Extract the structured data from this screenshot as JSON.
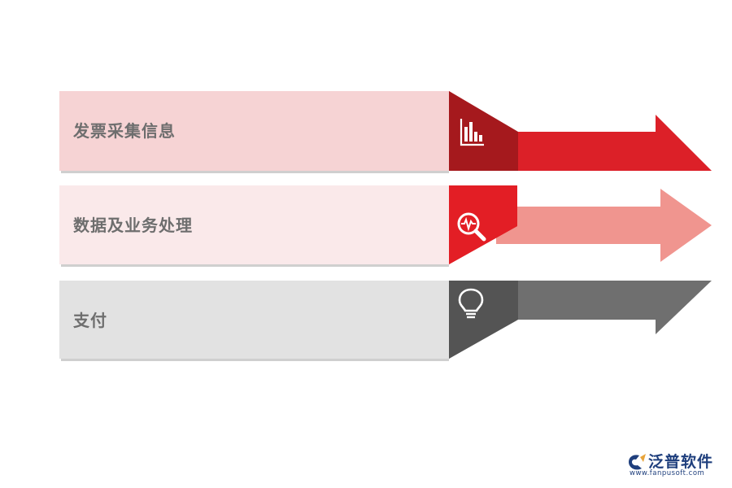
{
  "rows": [
    {
      "label": "发票采集信息",
      "icon": "bar-chart-icon",
      "colors": {
        "panel": "#f6d3d4",
        "icon_box": "#a5191d",
        "arrow": "#dc2028"
      }
    },
    {
      "label": "数据及业务处理",
      "icon": "magnifier-pulse-icon",
      "colors": {
        "panel": "#fae9ea",
        "icon_box": "#e31e25",
        "arrow": "#f0958f"
      }
    },
    {
      "label": "支付",
      "icon": "lightbulb-icon",
      "colors": {
        "panel": "#e2e2e2",
        "icon_box": "#545454",
        "arrow": "#6f6f6f"
      }
    }
  ],
  "logo": {
    "name": "泛普软件",
    "url": "www.fanpusoft.com",
    "colors": {
      "text": "#1f3f7d",
      "accent": "#e8a43a"
    }
  }
}
